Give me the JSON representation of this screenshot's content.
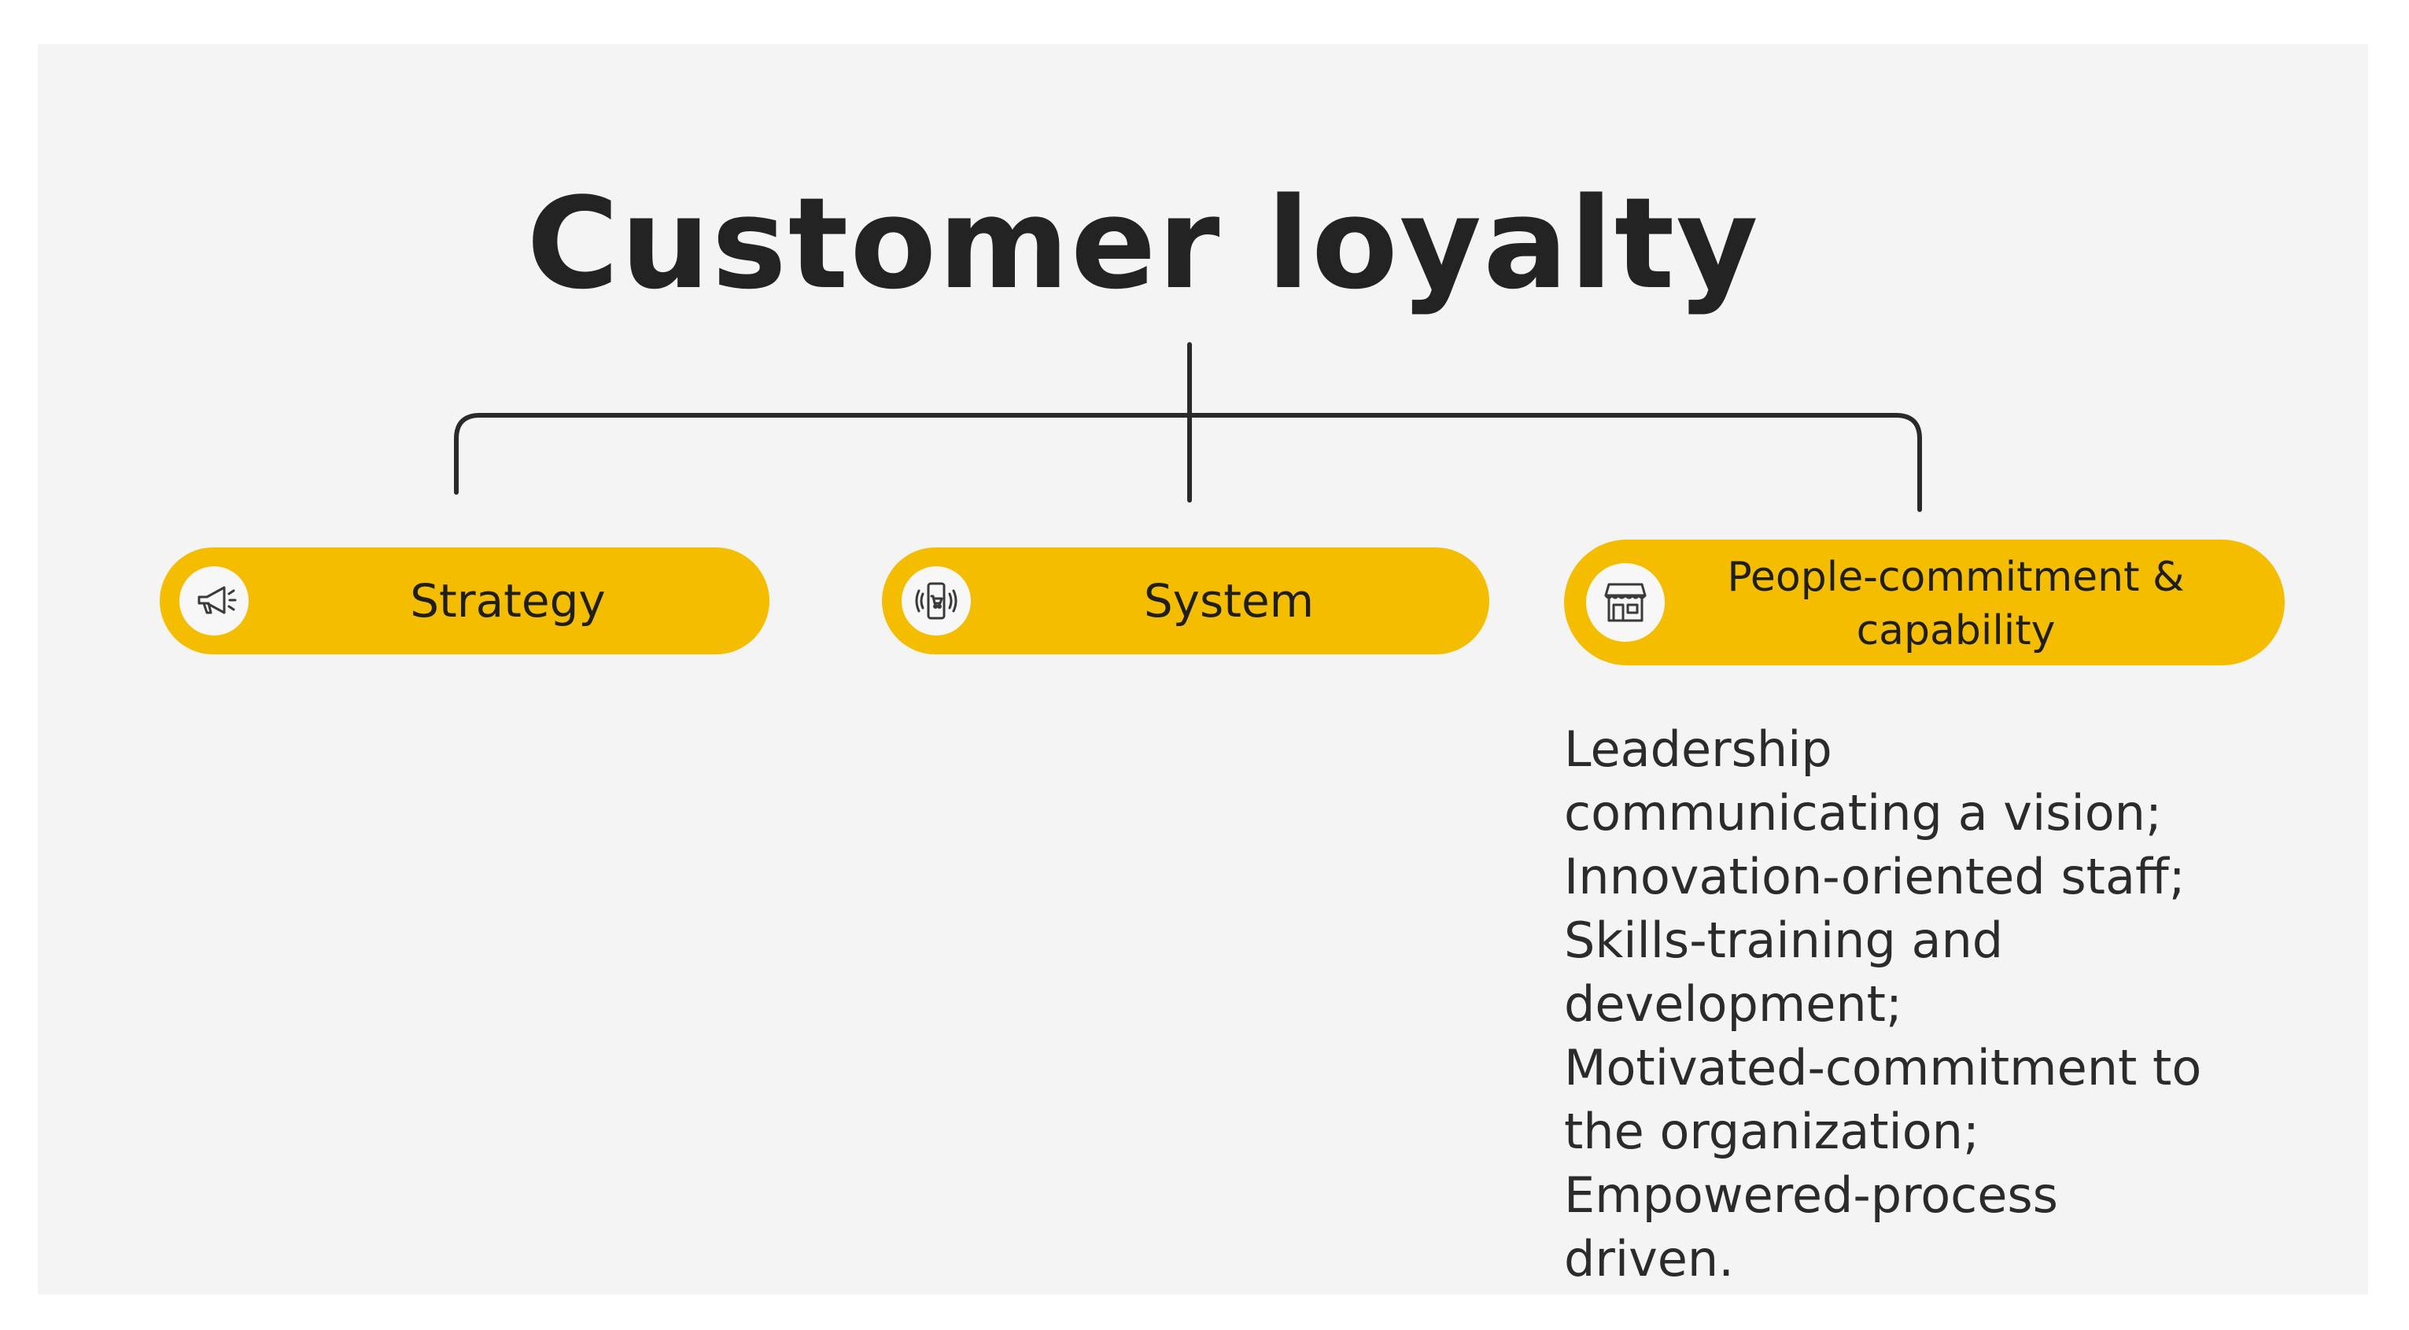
{
  "title": "Customer loyalty",
  "colors": {
    "background": "#f4f4f4",
    "pill": "#f5bd00",
    "line": "#2a2a2a",
    "text": "#232323"
  },
  "branches": [
    {
      "label": "Strategy",
      "icon": "megaphone-icon"
    },
    {
      "label": "System",
      "icon": "phone-cart-icon"
    },
    {
      "label": "People-commitment & capability",
      "icon": "storefront-icon"
    }
  ],
  "people_details": "Leadership\ncommunicating a vision;\nInnovation-oriented staff;\nSkills-training and\ndevelopment;\nMotivated-commitment to\nthe organization;\nEmpowered-process\ndriven."
}
